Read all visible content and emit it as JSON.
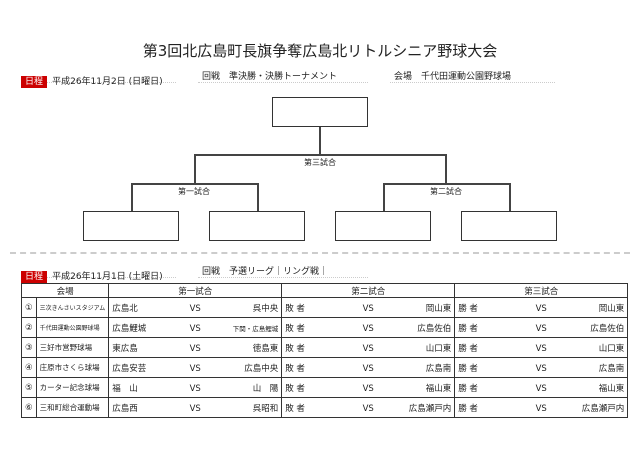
{
  "title": "第3回北広島町長旗争奪広島北リトルシニア野球大会",
  "day2": {
    "tag": "日程",
    "date": "平成26年11月2日 (日曜日)",
    "round": "回戦　準決勝・決勝トーナメント",
    "venue": "会場　千代田運動公園野球場"
  },
  "bracket": {
    "final": "第三試合",
    "semi_left": "第一試合",
    "semi_right": "第二試合"
  },
  "day1": {
    "tag": "日程",
    "date": "平成26年11月1日 (土曜日)",
    "round": "回戦　予選リーグ｜リング戦｜"
  },
  "table": {
    "headers": [
      "会場",
      "第一試合",
      "第二試合",
      "第三試合"
    ],
    "vs": "VS",
    "rows": [
      {
        "num": "①",
        "venue": "三次きんさいスタジアム",
        "g1a": "広島北",
        "g1b": "呉中央",
        "g2a": "敗 者",
        "g2b": "岡山東",
        "g3a": "勝 者",
        "g3b": "岡山東"
      },
      {
        "num": "②",
        "venue": "千代田運動公園野球場",
        "g1a": "広島鯉城",
        "g1b": "下関・広島鯉城",
        "g2a": "敗 者",
        "g2b": "広島佐伯",
        "g3a": "勝 者",
        "g3b": "広島佐伯"
      },
      {
        "num": "③",
        "venue": "三好市営野球場",
        "g1a": "東広島",
        "g1b": "徳島東",
        "g2a": "敗 者",
        "g2b": "山口東",
        "g3a": "勝 者",
        "g3b": "山口東"
      },
      {
        "num": "④",
        "venue": "庄原市さくら球場",
        "g1a": "広島安芸",
        "g1b": "広島中央",
        "g2a": "敗 者",
        "g2b": "広島南",
        "g3a": "勝 者",
        "g3b": "広島南"
      },
      {
        "num": "⑤",
        "venue": "カーター記念球場",
        "g1a": "福　山",
        "g1b": "山　陽",
        "g2a": "敗 者",
        "g2b": "福山東",
        "g3a": "勝 者",
        "g3b": "福山東"
      },
      {
        "num": "⑥",
        "venue": "三和町総合運動場",
        "g1a": "広島西",
        "g1b": "呉昭和",
        "g2a": "敗 者",
        "g2b": "広島瀬戸内",
        "g3a": "勝 者",
        "g3b": "広島瀬戸内"
      }
    ]
  }
}
